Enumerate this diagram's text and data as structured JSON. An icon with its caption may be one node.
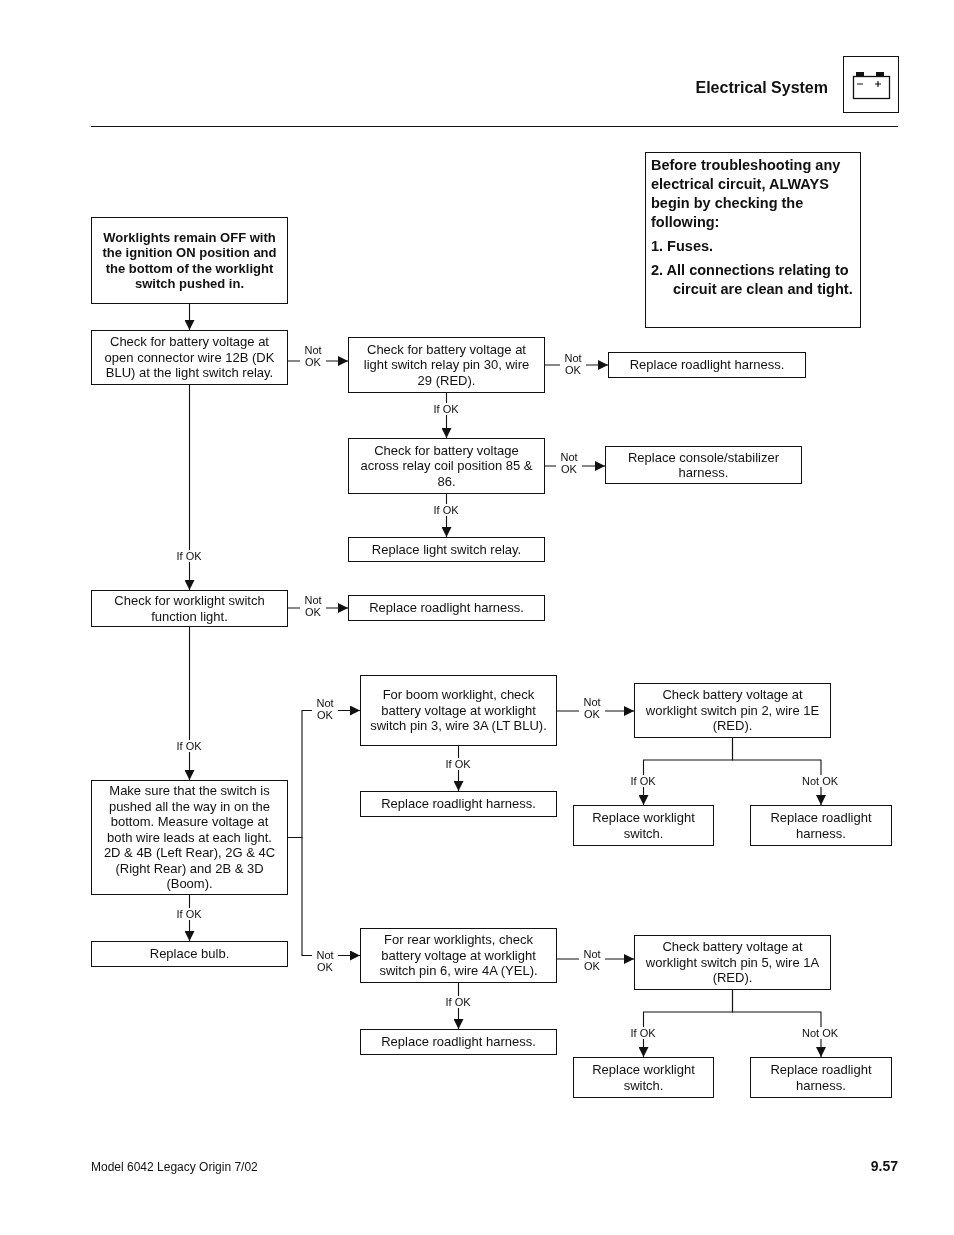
{
  "diagram": {
    "title": "Electrical System",
    "nodes": [
      {
        "text": [
          "Before troubleshooting any electrical circuit, ALWAYS begin by checking the following:",
          "1. Fuses.",
          "2. All connections relating to circuit are clean and tight."
        ]
      },
      {
        "text": [
          "Worklights remain OFF with the ignition ON position and the bottom of the worklight switch pushed in."
        ]
      },
      {
        "text": [
          "Check for battery voltage at open connector wire 12B (DK BLU) at the light switch relay."
        ]
      },
      {
        "text": [
          "Check for battery voltage at light switch relay pin 30, wire 29 (RED)."
        ]
      },
      {
        "text": [
          "Replace roadlight harness."
        ]
      },
      {
        "text": [
          "Check for battery voltage across relay coil position 85 & 86."
        ]
      },
      {
        "text": [
          "Replace console/stabilizer harness."
        ]
      },
      {
        "text": [
          "Replace light switch relay."
        ]
      },
      {
        "text": [
          "Check for worklight switch function light."
        ]
      },
      {
        "text": [
          "Replace roadlight harness."
        ]
      },
      {
        "text": [
          "Make sure that the switch is pushed all the way in on the bottom. Measure voltage at both wire leads at each light. 2D & 4B (Left Rear), 2G & 4C (Right Rear) and 2B & 3D (Boom)."
        ]
      },
      {
        "text": [
          "Replace bulb."
        ]
      },
      {
        "text": [
          "For boom worklight, check battery voltage at worklight switch pin 3, wire 3A (LT BLU)."
        ]
      },
      {
        "text": [
          "Replace roadlight harness."
        ]
      },
      {
        "text": [
          "Check battery voltage at worklight switch pin 2, wire 1E (RED)."
        ]
      },
      {
        "text": [
          "Replace worklight switch."
        ]
      },
      {
        "text": [
          "Replace roadlight harness."
        ]
      },
      {
        "text": [
          "For rear worklights, check battery voltage at worklight switch pin 6, wire 4A (YEL)."
        ]
      },
      {
        "text": [
          "Replace roadlight harness."
        ]
      },
      {
        "text": [
          "Check battery voltage at worklight switch pin 5, wire 1A (RED)."
        ]
      },
      {
        "text": [
          "Replace worklight switch."
        ]
      },
      {
        "text": [
          "Replace roadlight harness."
        ]
      }
    ],
    "edges": [
      {
        "from": 1,
        "to": 2,
        "arrow": "to"
      },
      {
        "from": 2,
        "to": 3,
        "arrow": "to",
        "label": "Not OK"
      },
      {
        "from": 3,
        "to": 4,
        "arrow": "to",
        "label": "Not OK"
      },
      {
        "from": 3,
        "to": 5,
        "arrow": "to",
        "label": "If OK"
      },
      {
        "from": 5,
        "to": 6,
        "arrow": "to",
        "label": "Not OK"
      },
      {
        "from": 5,
        "to": 7,
        "arrow": "to",
        "label": "If OK"
      },
      {
        "from": 2,
        "to": 8,
        "arrow": "to",
        "label": "If OK"
      },
      {
        "from": 8,
        "to": 9,
        "arrow": "to",
        "label": "Not OK"
      },
      {
        "from": 8,
        "to": 10,
        "arrow": "to",
        "label": "If OK"
      },
      {
        "from": 10,
        "to": 11,
        "arrow": "to",
        "label": "If OK"
      },
      {
        "from": 10,
        "to": 12,
        "arrow": "to",
        "label": "Not OK"
      },
      {
        "from": 10,
        "to": 17,
        "arrow": "to",
        "label": "Not OK"
      },
      {
        "from": 12,
        "to": 14,
        "arrow": "to",
        "label": "Not OK"
      },
      {
        "from": 12,
        "to": 13,
        "arrow": "to",
        "label": "If OK"
      },
      {
        "from": 14,
        "to": 15,
        "arrow": "to",
        "label": "If OK"
      },
      {
        "from": 14,
        "to": 16,
        "arrow": "to",
        "label": "Not OK"
      },
      {
        "from": 17,
        "to": 19,
        "arrow": "to",
        "label": "Not OK"
      },
      {
        "from": 17,
        "to": 18,
        "arrow": "to",
        "label": "If OK"
      },
      {
        "from": 19,
        "to": 20,
        "arrow": "to",
        "label": "If OK"
      },
      {
        "from": 19,
        "to": 21,
        "arrow": "to",
        "label": "Not OK"
      }
    ],
    "labels": [
      "Model 6042 Legacy Origin 7/02",
      "9.57"
    ]
  }
}
